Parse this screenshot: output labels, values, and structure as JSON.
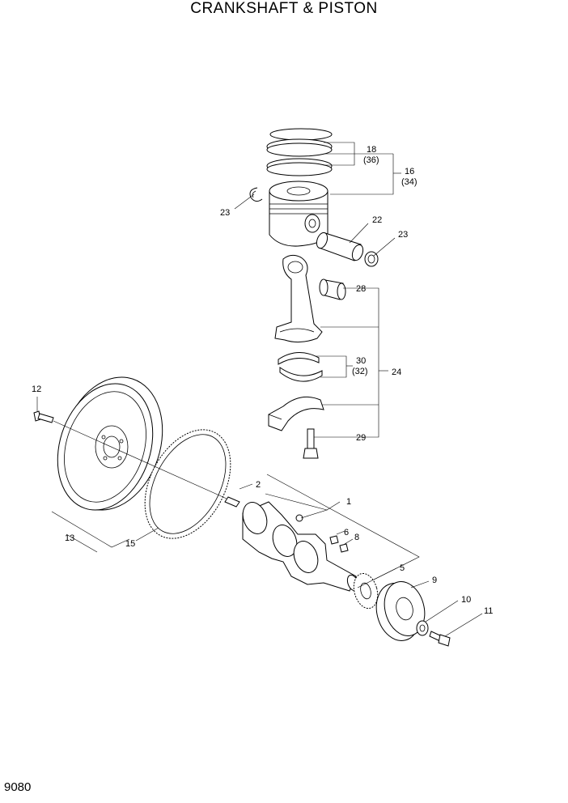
{
  "title": "CRANKSHAFT & PISTON",
  "page_number": "9080",
  "callouts": {
    "c1": "1",
    "c2": "2",
    "c5": "5",
    "c6": "6",
    "c8": "8",
    "c9": "9",
    "c10": "10",
    "c11": "11",
    "c12": "12",
    "c13": "13",
    "c15": "15",
    "c16": "16",
    "c16b": "(34)",
    "c18": "18",
    "c18b": "(36)",
    "c22": "22",
    "c23a": "23",
    "c23b": "23",
    "c24": "24",
    "c28": "28",
    "c29": "29",
    "c30": "30",
    "c30b": "(32)"
  }
}
